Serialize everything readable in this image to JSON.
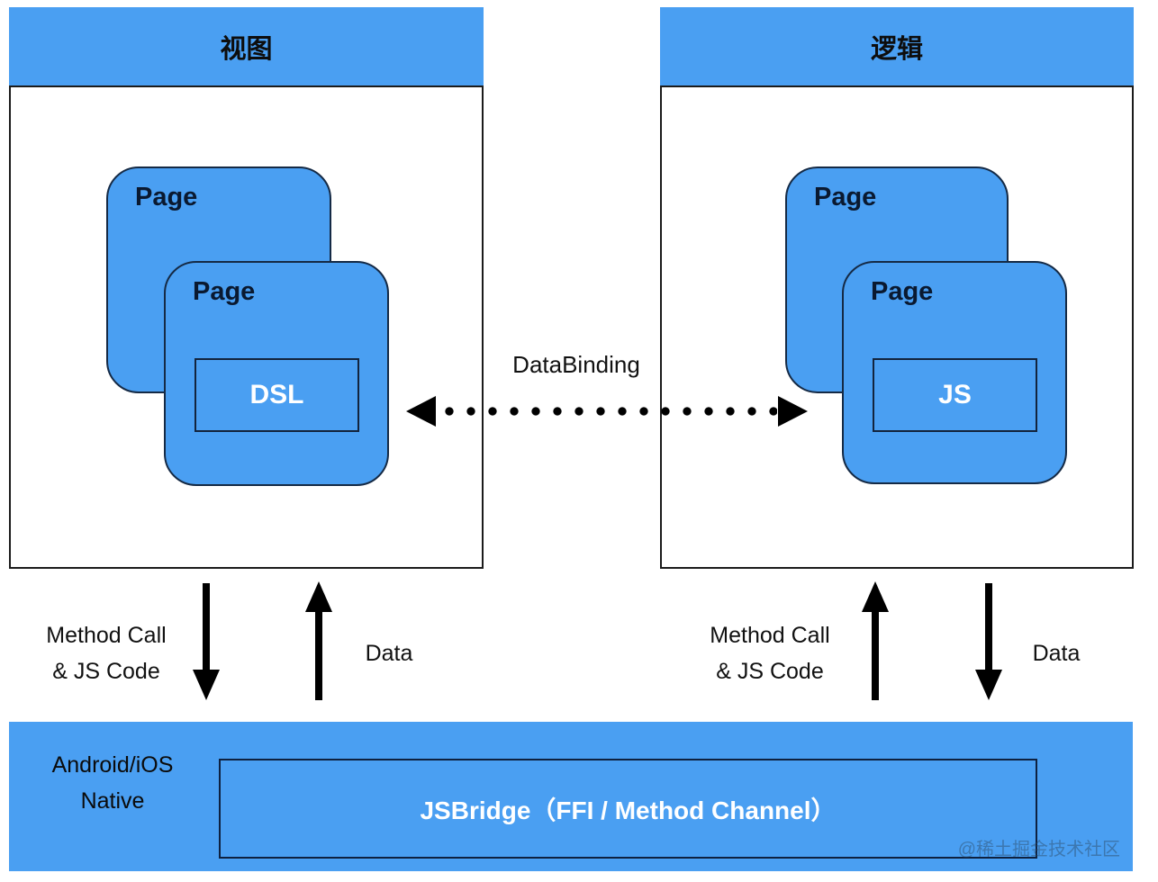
{
  "colors": {
    "accent_blue": "#4A9FF2",
    "arrow_black": "#000000",
    "inner_text_white": "#FFFFFF"
  },
  "left_panel": {
    "title": "视图",
    "back_page": {
      "label": "Page"
    },
    "front_page": {
      "label": "Page",
      "inner_label": "DSL"
    }
  },
  "right_panel": {
    "title": "逻辑",
    "back_page": {
      "label": "Page"
    },
    "front_page": {
      "label": "Page",
      "inner_label": "JS"
    }
  },
  "binding": {
    "label": "DataBinding"
  },
  "left_flow": {
    "call_line1": "Method Call",
    "call_line2": "& JS Code",
    "data_label": "Data"
  },
  "right_flow": {
    "call_line1": "Method Call",
    "call_line2": "& JS Code",
    "data_label": "Data"
  },
  "bottom": {
    "native_line1": "Android/iOS",
    "native_line2": "Native",
    "bridge_label": "JSBridge（FFI / Method Channel）",
    "watermark": "@稀土掘金技术社区"
  }
}
